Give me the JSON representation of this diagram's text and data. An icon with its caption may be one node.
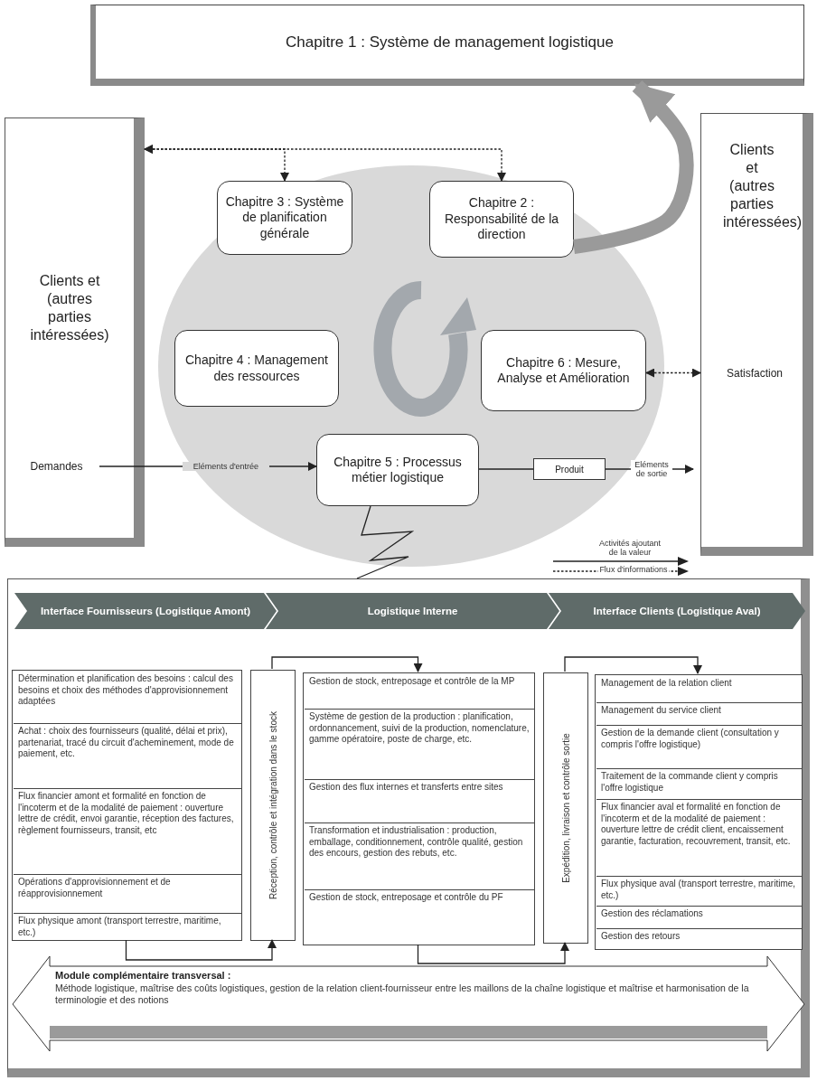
{
  "diagram": {
    "nodes": [
      {
        "text": [
          "Chapitre 1 : Système de management logistique"
        ]
      },
      {
        "text": [
          "Clients et (autres parties intéressées)"
        ]
      },
      {
        "text": [
          "Demandes"
        ],
        "in": 1
      },
      {
        "text": [
          "Clients et (autres parties intéressées)"
        ]
      },
      {
        "text": [
          "Satisfaction"
        ],
        "in": 3
      },
      {
        "text": [],
        "shape": "circle"
      },
      {
        "text": [
          "Chapitre 3 : Système de planification générale"
        ],
        "in": 5
      },
      {
        "text": [
          "Chapitre 2 : Responsabilité de la direction"
        ],
        "in": 5
      },
      {
        "text": [
          "Chapitre 4 : Management des ressources"
        ],
        "in": 5
      },
      {
        "text": [
          "Chapitre 6 : Mesure, Analyse et Amélioration"
        ],
        "in": 5
      },
      {
        "text": [
          "Chapitre 5 : Processus métier logistique"
        ],
        "in": 5
      },
      {
        "text": [
          "Produit"
        ],
        "in": 5
      },
      {
        "text": [],
        "shape": "box"
      },
      {
        "text": [
          "Interface Fournisseurs  (Logistique Amont)"
        ],
        "in": 12
      },
      {
        "text": [
          "Logistique Interne"
        ],
        "in": 12
      },
      {
        "text": [
          "Interface Clients (Logistique Aval)"
        ],
        "in": 12
      },
      {
        "text": [],
        "shape": "box",
        "in": 12
      },
      {
        "text": [
          "Détermination et planification des besoins : calcul des besoins et choix des méthodes d'approvisionnement adaptées"
        ],
        "in": 16
      },
      {
        "text": [
          "Achat : choix des fournisseurs (qualité, délai et prix), partenariat, tracé du circuit d'acheminement, mode de paiement, etc."
        ],
        "in": 16
      },
      {
        "text": [
          "Flux financier amont et formalité en fonction de l'incoterm et de la modalité de paiement : ouverture lettre de crédit, envoi garantie, réception des factures, règlement fournisseurs, transit, etc"
        ],
        "in": 16
      },
      {
        "text": [
          "Opérations d'approvisionnement et de réapprovisionnement"
        ],
        "in": 16
      },
      {
        "text": [
          "Flux physique amont (transport  terrestre, maritime, etc.)"
        ],
        "in": 16
      },
      {
        "text": [
          "Réception, contrôle et intégration dans le stock"
        ],
        "in": 12
      },
      {
        "text": [],
        "shape": "box",
        "in": 12
      },
      {
        "text": [
          "Gestion de stock, entreposage et contrôle de la MP"
        ],
        "in": 23
      },
      {
        "text": [
          "Système de gestion de la production : planification, ordonnancement, suivi de la production, nomenclature, gamme opératoire, poste de charge, etc."
        ],
        "in": 23
      },
      {
        "text": [
          "Gestion des flux internes et transferts entre sites"
        ],
        "in": 23
      },
      {
        "text": [
          "Transformation et industrialisation : production, emballage, conditionnement, contrôle qualité, gestion des encours, gestion des rebuts, etc."
        ],
        "in": 23
      },
      {
        "text": [
          "Gestion de stock, entreposage et contrôle du PF"
        ],
        "in": 23
      },
      {
        "text": [
          "Expédition, livraison et contrôle sortie"
        ],
        "in": 12
      },
      {
        "text": [],
        "shape": "box",
        "in": 12
      },
      {
        "text": [
          "Management de la relation client"
        ],
        "in": 30
      },
      {
        "text": [
          "Management du service client"
        ],
        "in": 30
      },
      {
        "text": [
          "Gestion de la demande client (consultation y compris l'offre logistique)"
        ],
        "in": 30
      },
      {
        "text": [
          "Traitement de la commande client y compris l'offre logistique"
        ],
        "in": 30
      },
      {
        "text": [
          "Flux financier aval et formalité en fonction de l'incoterm et de la modalité de paiement : ouverture lettre de crédit client, encaissement garantie, facturation, recouvrement, transit, etc."
        ],
        "in": 30
      },
      {
        "text": [
          "Flux physique aval (transport terrestre,  maritime, etc.)"
        ],
        "in": 30
      },
      {
        "text": [
          "Gestion des réclamations"
        ],
        "in": 30
      },
      {
        "text": [
          "Gestion des retours"
        ],
        "in": 30
      },
      {
        "text": [
          "Module complémentaire transversal :",
          "Méthode logistique, maîtrise des coûts logistiques, gestion de la relation client-fournisseur entre les maillons de la chaîne logistique et maîtrise et harmonisation de la terminologie et des notions"
        ],
        "in": 12
      }
    ],
    "edges": [
      {
        "from": 1,
        "to": 6,
        "arrow": "both",
        "style": "dashed"
      },
      {
        "from": 1,
        "to": 7,
        "arrow": "both",
        "style": "dashed"
      },
      {
        "from": 7,
        "to": 0,
        "arrow": "to",
        "style": "thick",
        "color": "#9a9a9a"
      },
      {
        "from": 9,
        "to": 4,
        "arrow": "both",
        "style": "dashed"
      },
      {
        "from": 2,
        "to": 10,
        "arrow": "to",
        "label": "Eléments d'entrée"
      },
      {
        "from": 10,
        "to": 11,
        "arrow": "none"
      },
      {
        "from": 11,
        "to": 3,
        "arrow": "to",
        "label": "Eléments de sortie"
      },
      {
        "from": 10,
        "to": 12,
        "arrow": "none"
      },
      {
        "from": 16,
        "to": 22,
        "arrow": "to"
      },
      {
        "from": 22,
        "to": 23,
        "arrow": "to"
      },
      {
        "from": 23,
        "to": 29,
        "arrow": "to"
      },
      {
        "from": 29,
        "to": 30,
        "arrow": "to"
      }
    ],
    "legend": [
      {
        "text": "Activités ajoutant de la valeur"
      },
      {
        "text": "Flux d'informations"
      }
    ]
  }
}
